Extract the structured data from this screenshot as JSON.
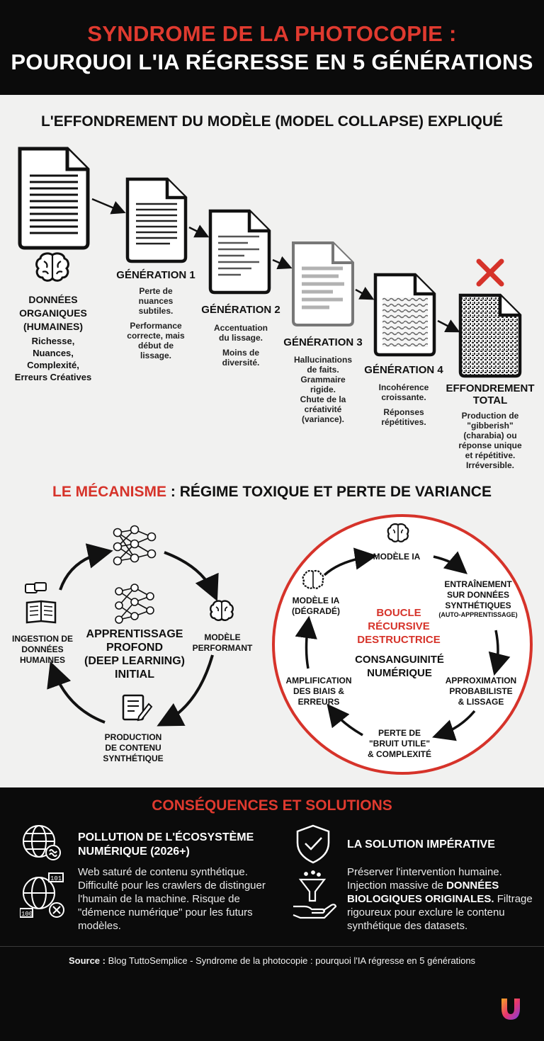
{
  "header": {
    "line1": "SYNDROME DE LA PHOTOCOPIE :",
    "line2": "POURQUOI L'IA RÉGRESSE EN 5 GÉNÉRATIONS"
  },
  "section1": {
    "title": "L'EFFONDREMENT DU MODÈLE (MODEL COLLAPSE) EXPLIQUÉ",
    "origin": {
      "title_l1": "DONNÉES",
      "title_l2": "ORGANIQUES",
      "title_l3": "(HUMAINES)",
      "desc_l1": "Richesse,",
      "desc_l2": "Nuances,",
      "desc_l3": "Complexité,",
      "desc_l4": "Erreurs Créatives"
    },
    "gen1": {
      "title": "GÉNÉRATION 1",
      "d1": "Perte de nuances subtiles.",
      "d2": "Performance correcte, mais début de lissage."
    },
    "gen2": {
      "title": "GÉNÉRATION 2",
      "d1": "Accentuation du lissage.",
      "d2": "Moins de diversité."
    },
    "gen3": {
      "title": "GÉNÉRATION 3",
      "d1": "Hallucinations de faits.",
      "d2": "Grammaire rigide.",
      "d3": "Chute de la créativité (variance)."
    },
    "gen4": {
      "title": "GÉNÉRATION 4",
      "d1": "Incohérence croissante.",
      "d2": "Réponses répétitives."
    },
    "total": {
      "title_l1": "EFFONDREMENT",
      "title_l2": "TOTAL",
      "desc": "Production de \"gibberish\" (charabia) ou réponse unique et répétitive. Irréversible."
    }
  },
  "section2": {
    "title_red": "LE MÉCANISME",
    "title_rest": " : RÉGIME TOXIQUE ET PERTE DE VARIANCE",
    "left_cycle": {
      "center_l1": "APPRENTISSAGE",
      "center_l2": "PROFOND",
      "center_l3": "(DEEP LEARNING)",
      "center_l4": "INITIAL",
      "ingestion_l1": "INGESTION DE",
      "ingestion_l2": "DONNÉES",
      "ingestion_l3": "HUMAINES",
      "model_l1": "MODÈLE",
      "model_l2": "PERFORMANT",
      "production_l1": "PRODUCTION",
      "production_l2": "DE CONTENU",
      "production_l3": "SYNTHÉTIQUE"
    },
    "right_cycle": {
      "model_ia": "MODÈLE IA",
      "training_l1": "ENTRAÎNEMENT",
      "training_l2": "SUR DONNÉES",
      "training_l3": "SYNTHÉTIQUES",
      "training_l4": "(AUTO-APPRENTISSAGE)",
      "approx_l1": "APPROXIMATION",
      "approx_l2": "PROBABILISTE",
      "approx_l3": "& LISSAGE",
      "loss_l1": "PERTE DE",
      "loss_l2": "\"BRUIT UTILE\"",
      "loss_l3": "& COMPLEXITÉ",
      "amp_l1": "AMPLIFICATION",
      "amp_l2": "DES BIAIS &",
      "amp_l3": "ERREURS",
      "degraded_l1": "MODÈLE IA",
      "degraded_l2": "(DÉGRADÉ)",
      "center_red_l1": "BOUCLE",
      "center_red_l2": "RÉCURSIVE",
      "center_red_l3": "DESTRUCTRICE",
      "center_l1": "CONSANGUINITÉ",
      "center_l2": "NUMÉRIQUE"
    }
  },
  "section3": {
    "title": "CONSÉQUENCES ET SOLUTIONS",
    "left": {
      "heading_l1": "POLLUTION DE L'ÉCOSYSTÈME",
      "heading_l2": "NUMÉRIQUE (2026+)",
      "text": "Web saturé de contenu synthétique. Difficulté pour les crawlers de distinguer l'humain de la machine. Risque de \"démence numérique\" pour les futurs modèles."
    },
    "right": {
      "heading": "LA SOLUTION IMPÉRATIVE",
      "text_a": "Préserver l'intervention humaine. Injection massive de ",
      "text_bold": "DONNÉES BIOLOGIQUES ORIGINALES.",
      "text_b": " Filtrage rigoureux pour exclure le contenu synthétique des datasets."
    }
  },
  "source": {
    "label": "Source :",
    "text": " Blog TuttoSemplice - Syndrome de la photocopie : pourquoi l'IA régresse en 5 générations"
  },
  "colors": {
    "accent_red": "#e03a2f",
    "dark": "#0b0b0b",
    "background": "#f1f1f0"
  },
  "icons": [
    "document-icon",
    "brain-icon",
    "neural-network-icon",
    "book-icon",
    "form-icon",
    "globe-icon",
    "shield-check-icon",
    "funnel-hand-icon",
    "red-x-icon",
    "brand-logo-icon"
  ]
}
